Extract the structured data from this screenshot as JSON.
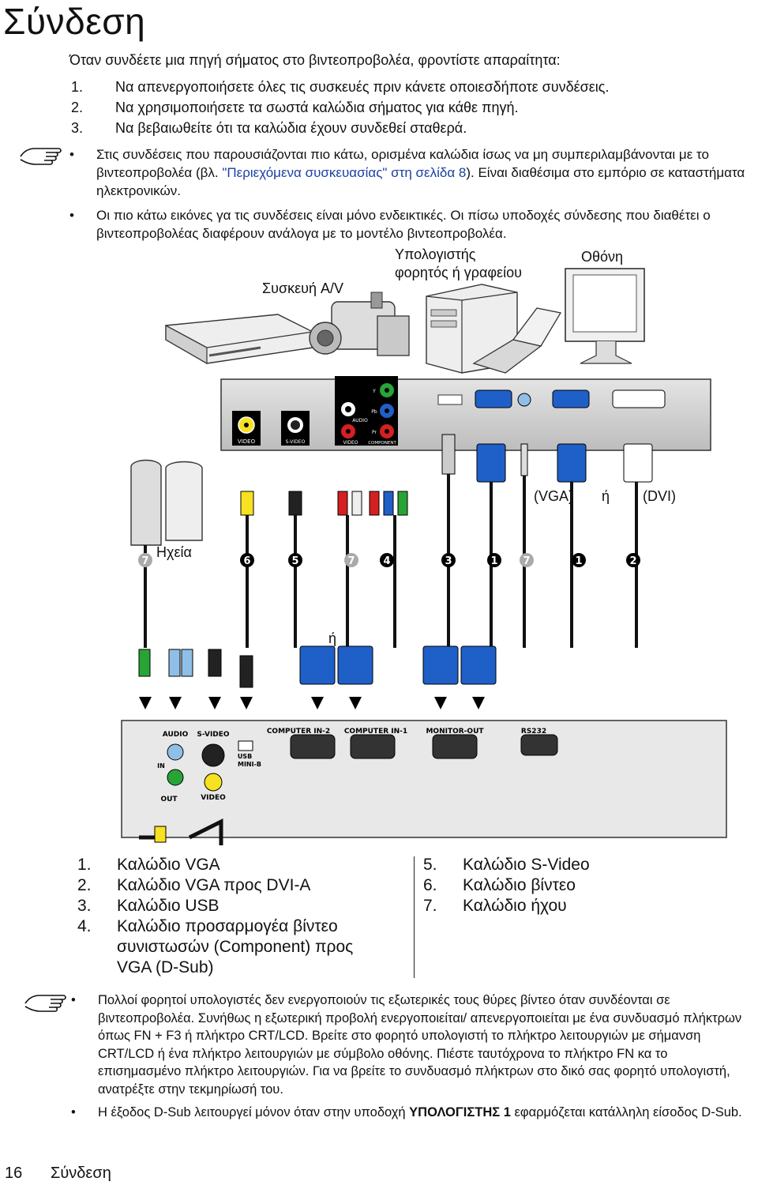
{
  "page": {
    "title": "Σύνδεση",
    "intro": "Όταν συνδέετε μια πηγή σήματος στο βιντεοπροβολέα, φροντίστε απαραίτητα:",
    "steps": [
      {
        "n": "1.",
        "text": "Να απενεργοποιήσετε όλες τις συσκευές πριν κάνετε οποιεσδήποτε συνδέσεις."
      },
      {
        "n": "2.",
        "text": "Να χρησιμοποιήσετε τα σωστά καλώδια σήματος για κάθε πηγή."
      },
      {
        "n": "3.",
        "text": "Να βεβαιωθείτε ότι τα καλώδια έχουν συνδεθεί σταθερά."
      }
    ],
    "note1": {
      "a": "Στις συνδέσεις που παρουσιάζονται πιο κάτω, ορισμένα καλώδια ίσως να μη συμπεριλαμβάνονται με το βιντεοπροβολέα (βλ. ",
      "link": "\"Περιεχόμενα συσκευασίας\" στη σελίδα 8",
      "b": "). Είναι διαθέσιμα στο εμπόριο σε καταστήματα ηλεκτρονικών.",
      "c": "Οι πιο κάτω εικόνες γα τις συνδέσεις είναι μόνο ενδεικτικές. Οι πίσω υποδοχές σύνδεσης που διαθέτει ο βιντεοπροβολέας διαφέρουν ανάλογα με το μοντέλο βιντεοπροβολέα."
    },
    "diagram": {
      "av_device": "Συσκευή A/V",
      "computer_line1": "Υπολογιστής",
      "computer_line2": "φορητός ή γραφείου",
      "monitor": "Οθόνη",
      "vga": "(VGA)",
      "or1": "ή",
      "dvi": "(DVI)",
      "speakers": "Ηχεία",
      "or2": "ή",
      "port_video": "VIDEO",
      "port_svideo": "S-VIDEO",
      "port_audio": "AUDIO",
      "port_component": "COMPONENT",
      "port_y": "Y",
      "port_pb": "Pb",
      "port_pr": "Pr",
      "proj_audio": "AUDIO",
      "proj_svideo": "S-VIDEO",
      "proj_usb": "USB",
      "proj_mini": "MINI-B",
      "proj_in": "IN",
      "proj_out": "OUT",
      "proj_video": "VIDEO",
      "proj_comp2": "COMPUTER IN-2",
      "proj_comp1": "COMPUTER IN-1",
      "proj_monout": "MONITOR-OUT",
      "proj_rs232": "RS232",
      "cable_numbers": [
        "7",
        "6",
        "5",
        "7",
        "4",
        "3",
        "1",
        "7",
        "1",
        "2"
      ]
    },
    "legend_left": [
      {
        "n": "1.",
        "t": "Καλώδιο VGA"
      },
      {
        "n": "2.",
        "t": "Καλώδιο VGA προς DVI-A"
      },
      {
        "n": "3.",
        "t": "Καλώδιο USB"
      },
      {
        "n": "4.",
        "t": "Καλώδιο προσαρμογέα βίντεο"
      },
      {
        "n": "",
        "t": "συνιστωσών (Component) προς"
      },
      {
        "n": "",
        "t": "VGA (D-Sub)"
      }
    ],
    "legend_right": [
      {
        "n": "5.",
        "t": "Καλώδιο S-Video"
      },
      {
        "n": "6.",
        "t": "Καλώδιο βίντεο"
      },
      {
        "n": "7.",
        "t": "Καλώδιο ήχου"
      }
    ],
    "note2": {
      "p1": "Πολλοί φορητοί υπολογιστές δεν ενεργοποιούν τις εξωτερικές τους θύρες βίντεο όταν συνδέονται σε βιντεοπροβολέα. Συνήθως η εξωτερική προβολή ενεργοποιείται/ απενεργοποιείται με ένα συνδυασμό πλήκτρων όπως FN + F3 ή πλήκτρο CRT/LCD. Βρείτε στο φορητό υπολογιστή το πλήκτρο λειτουργιών με σήμανση CRT/LCD ή ένα πλήκτρο λειτουργιών με σύμβολο οθόνης. Πιέστε ταυτόχρονα το πλήκτρο FN κα το επισημασμένο πλήκτρο λειτουργιών. Για να βρείτε το συνδυασμό πλήκτρων στο δικό σας φορητό υπολογιστή, ανατρέξτε στην τεκμηρίωσή του.",
      "p2a": "Η έξοδος D-Sub λειτουργεί μόνον όταν στην υποδοχή ",
      "p2b": "ΥΠΟΛΟΓΙΣΤΗΣ 1",
      "p2c": " εφαρμόζεται κατάλληλη είσοδος D-Sub."
    },
    "footer": {
      "num": "16",
      "title": "Σύνδεση"
    },
    "bullet": "•"
  }
}
